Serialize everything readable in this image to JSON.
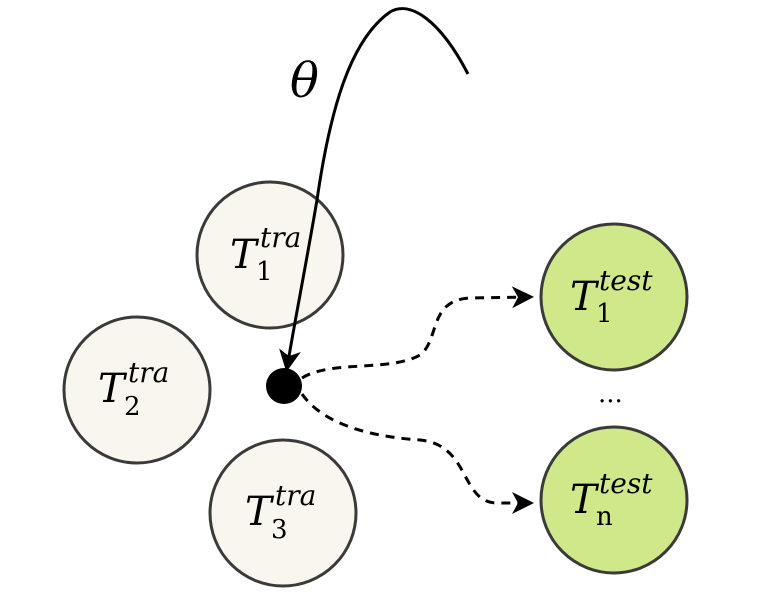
{
  "theta_label": "θ",
  "ellipsis": "...",
  "colors": {
    "train_fill": "#f8f6ef",
    "test_fill": "#cfe98a",
    "node_stroke": "#3a3a3a",
    "edge": "#000000"
  },
  "train_tasks": [
    {
      "main": "T",
      "sub": "1",
      "sup": "tra"
    },
    {
      "main": "T",
      "sub": "2",
      "sup": "tra"
    },
    {
      "main": "T",
      "sub": "3",
      "sup": "tra"
    }
  ],
  "test_tasks": [
    {
      "main": "T",
      "sub": "1",
      "sup": "test"
    },
    {
      "main": "T",
      "sub": "n",
      "sup": "test"
    }
  ]
}
